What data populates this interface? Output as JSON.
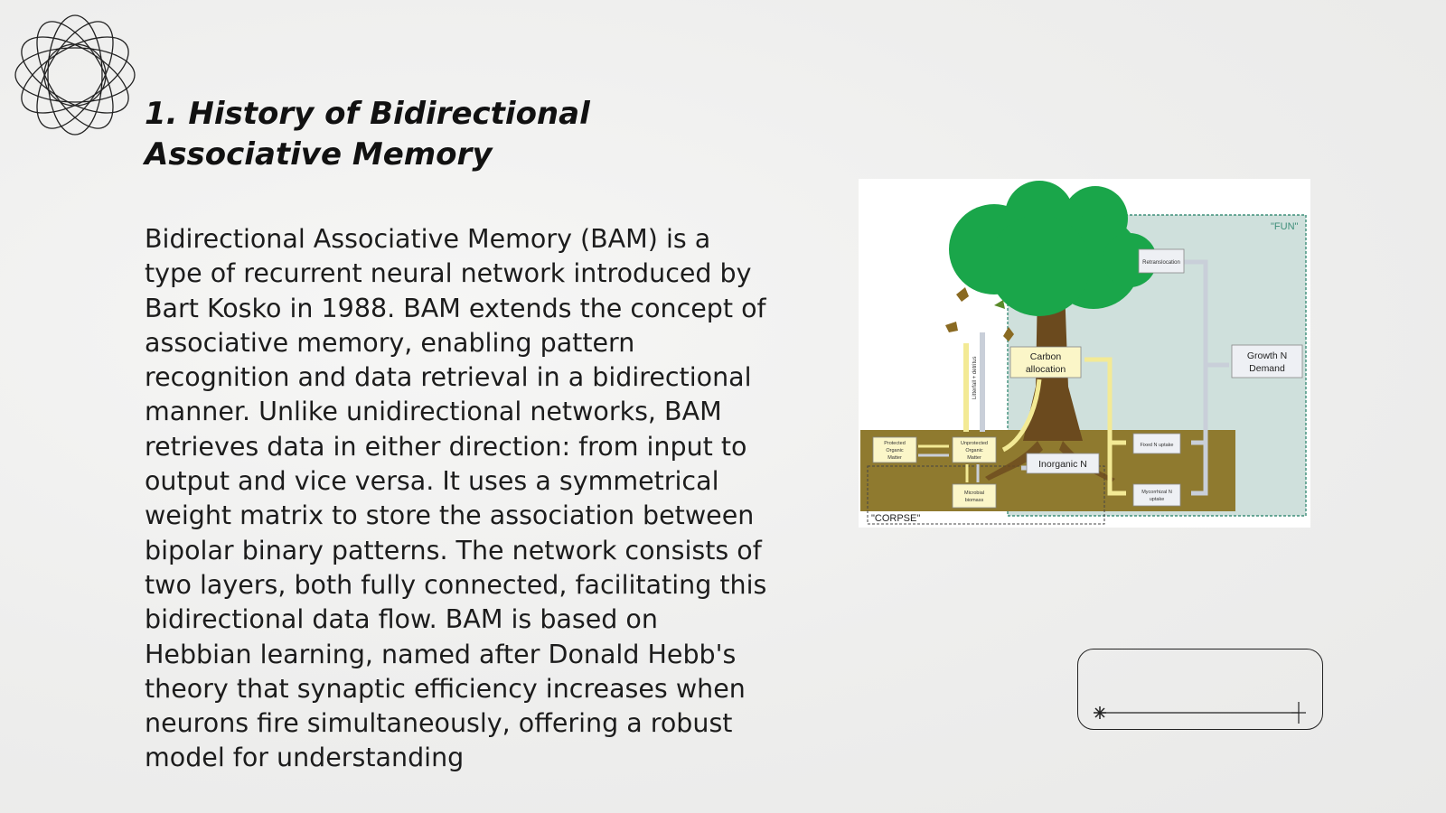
{
  "slide": {
    "title": "1. History of Bidirectional Associative Memory",
    "body": "Bidirectional Associative Memory (BAM) is a type of recurrent neural network introduced by Bart Kosko in 1988. BAM extends the concept of associative memory, enabling pattern recognition and data retrieval in a bidirectional manner. Unlike unidirectional networks, BAM retrieves data in either direction: from input to output and vice versa. It uses a symmetrical weight matrix to store the association between bipolar binary patterns. The network consists of two layers, both fully connected, facilitating this bidirectional data flow. BAM is based on Hebbian learning, named after Donald Hebb's theory that synaptic efficiency increases when neurons fire simultaneously, offering a robust model for understanding"
  },
  "diagram": {
    "fun_label": "\"FUN\"",
    "corpse_label": "\"CORPSE\"",
    "boxes": {
      "retranslocation": "Retranslocation",
      "carbon_allocation_line1": "Carbon",
      "carbon_allocation_line2": "allocation",
      "growth_n_line1": "Growth N",
      "growth_n_line2": "Demand",
      "inorganic_n": "Inorganic N",
      "protected_line1": "Protected",
      "protected_line2": "Organic",
      "protected_line3": "Matter",
      "unprotected_line1": "Unprotected",
      "unprotected_line2": "Organic",
      "unprotected_line3": "Matter",
      "microbial_line1": "Microbial",
      "microbial_line2": "biomass",
      "fixed_n_uptake": "Fixed N uptake",
      "mycorrhizal_line1": "Mycorrhizal N",
      "mycorrhizal_line2": "uptake",
      "litterfall": "Litterfall + detritus"
    },
    "colors": {
      "foliage": "#1aa64a",
      "trunk": "#6b4a1e",
      "soil": "#8f7a2f",
      "fun_region": "#cfe0dc",
      "fun_border": "#3f8f7a",
      "box_fill": "#eef0f4",
      "box_fill_yellow": "#fbf6c8",
      "arrow_yellow": "#f3ea95",
      "arrow_grey": "#c9cfd9"
    }
  },
  "decorations": {
    "logo_icon": "orbital-rings-icon",
    "timeline_icons": [
      "asterisk-icon",
      "plus-icon"
    ]
  }
}
